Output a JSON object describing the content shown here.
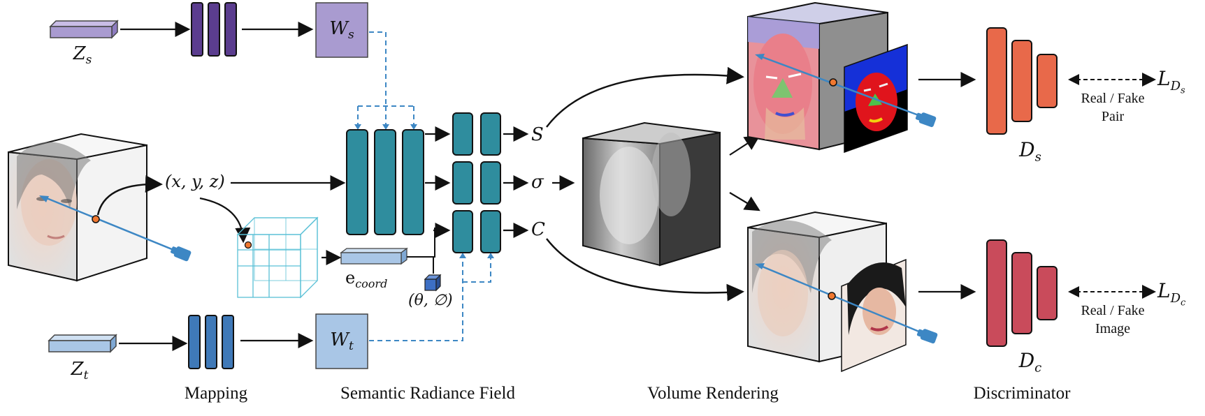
{
  "latents": {
    "z_s": {
      "main": "Z",
      "sub": "s"
    },
    "z_t": {
      "main": "Z",
      "sub": "t"
    }
  },
  "w_nodes": {
    "w_s": {
      "main": "W",
      "sub": "s"
    },
    "w_t": {
      "main": "W",
      "sub": "t"
    }
  },
  "coords_label": "(x, y, z)",
  "ecoord": {
    "main": "e",
    "sub": "coord"
  },
  "view_dir_label": "(θ, ∅)",
  "outputs": {
    "s": "S",
    "sigma": "σ",
    "c": "C"
  },
  "discriminators": {
    "d_s": {
      "main": "D",
      "sub": "s"
    },
    "d_c": {
      "main": "D",
      "sub": "c"
    }
  },
  "losses": {
    "l_ds": {
      "main": "L",
      "sub": "D",
      "subsub": "s"
    },
    "l_dc": {
      "main": "L",
      "sub": "D",
      "subsub": "c"
    }
  },
  "disc_labels": {
    "real_fake_pair_line1": "Real / Fake",
    "real_fake_pair_line2": "Pair",
    "real_fake_image_line1": "Real / Fake",
    "real_fake_image_line2": "Image"
  },
  "sections": {
    "mapping": "Mapping",
    "srf": "Semantic Radiance Field",
    "volume": "Volume Rendering",
    "disc": "Discriminator"
  },
  "colors": {
    "purple_mapping": "#5b3d8f",
    "purple_light": "#a99bd0",
    "blue_mapping": "#3f79b8",
    "blue_light": "#a9c6e6",
    "teal": "#2f8d9e",
    "orange_disc": "#e8694a",
    "red_disc": "#c94b5b",
    "dashed_blue": "#3d87c4"
  }
}
